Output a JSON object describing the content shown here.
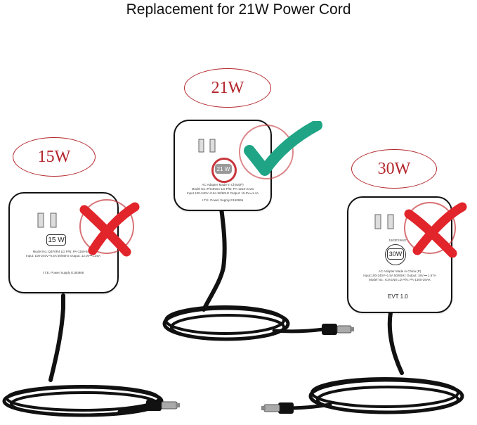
{
  "title": "Replacement for 21W  Power Cord",
  "labels": {
    "w15": "15W",
    "w21": "21W",
    "w30": "30W"
  },
  "adapters": {
    "a15": {
      "badge": "15 W",
      "marks": [
        "Model No.:Q4F0R4  LD  P/N: PA-1150-84BN",
        "Input: 100-240V~0.5A  50/60Hz  Output: 12.0V⎓1.25A",
        "I.T.E. Power Supply  E150966"
      ],
      "status": "rejected"
    },
    "a21": {
      "badge": "21 W",
      "marks": [
        "AC Adapter  Made in China(P)",
        "Model No.:P/S4KDV  LD  P/N: PA-1210-2AZ1",
        "Input 100-240V~0.5A  50/60Hz  Output: 15.0V⎓1.4A",
        "I.T.E. Power Supply  E150966"
      ],
      "status": "approved"
    },
    "a30": {
      "badge": "30W",
      "code": "1503F24647",
      "marks": [
        "AC Adapter Made in China (P)",
        "Input:100-240V~1.5A  50/60Hz  Output: 18V ⎓ 1.67A",
        "Model No.: K3V1N8  LD P/N: PA-1300-26AK"
      ],
      "evt": "EVT 1.0",
      "status": "rejected"
    }
  },
  "colors": {
    "accent": "#b3262b",
    "cross": "#e1252b",
    "check": "#1fa585",
    "ring": "#c7353b"
  },
  "icons": [
    "cross-mark-icon",
    "check-mark-icon",
    "plug-prongs-icon"
  ]
}
